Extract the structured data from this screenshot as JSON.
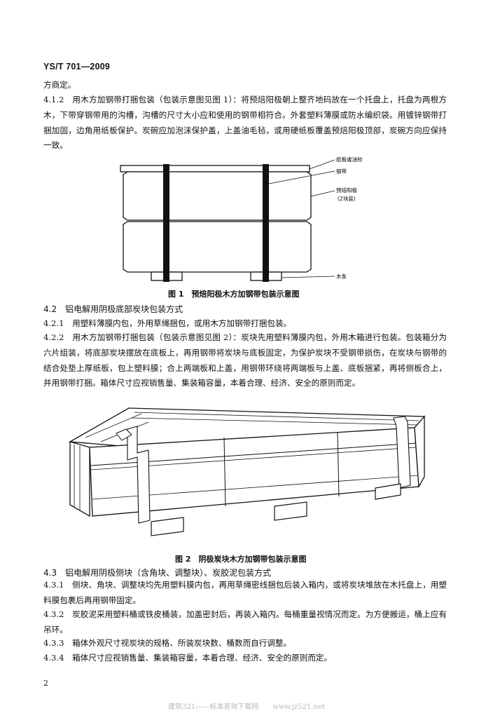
{
  "header": {
    "code": "YS/T 701—2009"
  },
  "paragraphs": {
    "cont_4_1_1": "方商定。",
    "p_4_1_2": "4.1.2　用木方加钢带打捆包装（包装示意图见图 1）：将预焙阳极朝上整齐地码放在一个托盘上，托盘为两根方木，下带穿钢带用的沟槽，沟槽的尺寸大小应和使用的钢带相符合。外套塑料薄膜或防水编织袋。用镀锌钢带打捆加固，边角用纸板保护。炭碗应加泡沫保护盖，上盖油毛毡，或用硬纸板覆盖预焙阳极顶部，炭碗方向应保持一致。",
    "h_4_2": "4.2　铝电解用阴极底部炭块包装方式",
    "p_4_2_1": "4.2.1　用塑料薄膜内包，外用草绳捆包，或用木方加钢带打捆包装。",
    "p_4_2_2": "4.2.2　用木方加钢带打捆包装（包装示意图见图 2）：炭块先用塑料薄膜内包，外用木箱进行包装。包装箱分为六片组装，将底部炭块摆放在底板上，再用钢带将炭块与底板固定，为保护炭块不受钢带损伤，在炭块与钢带的结合处垫上厚纸板，包上塑料膜；合上两端板和上盖，用钢带环绕将两端板与上盖、底板捆紧，再将侧板合上，并用钢带打捆。箱体尺寸应视销售量、集装箱容量，本着合理、经济、安全的原则而定。",
    "h_4_3": "4.3　铝电解用阴极侧块（含角块、调整块）、炭胶泥包装方式",
    "p_4_3_1": "4.3.1　侧块、角块、调整块均先用塑料膜内包，再用草绳密线捆包后装入箱内，或将炭块堆放在木托盘上，用塑料膜包裹后再用钢带固定。",
    "p_4_3_2": "4.3.2　炭胶泥采用塑料桶或铁皮桶装，加盖密封后，再装入箱内。每桶重量视情况而定。为方便搬运，桶上应有吊环。",
    "p_4_3_3": "4.3.3　箱体外观尺寸视炭块的规格、所装炭块数、桶数而自行调整。",
    "p_4_3_4": "4.3.4　箱体尺寸应视销售量、集装箱容量，本着合理、经济、安全的原则而定。"
  },
  "figure1": {
    "caption": "图 1　预焙阳极木方加钢带包装示意图",
    "labels": {
      "cover": "纸板或油毡",
      "strap": "钢带",
      "anode": "预焙阳极",
      "anode_sub": "(2块装)",
      "bar": "木条"
    }
  },
  "figure2": {
    "caption": "图 2　阴极炭块木方加钢带包装示意图"
  },
  "page_number": "2",
  "footer": "建筑321——标准查询下载网　　www.jz521.net"
}
